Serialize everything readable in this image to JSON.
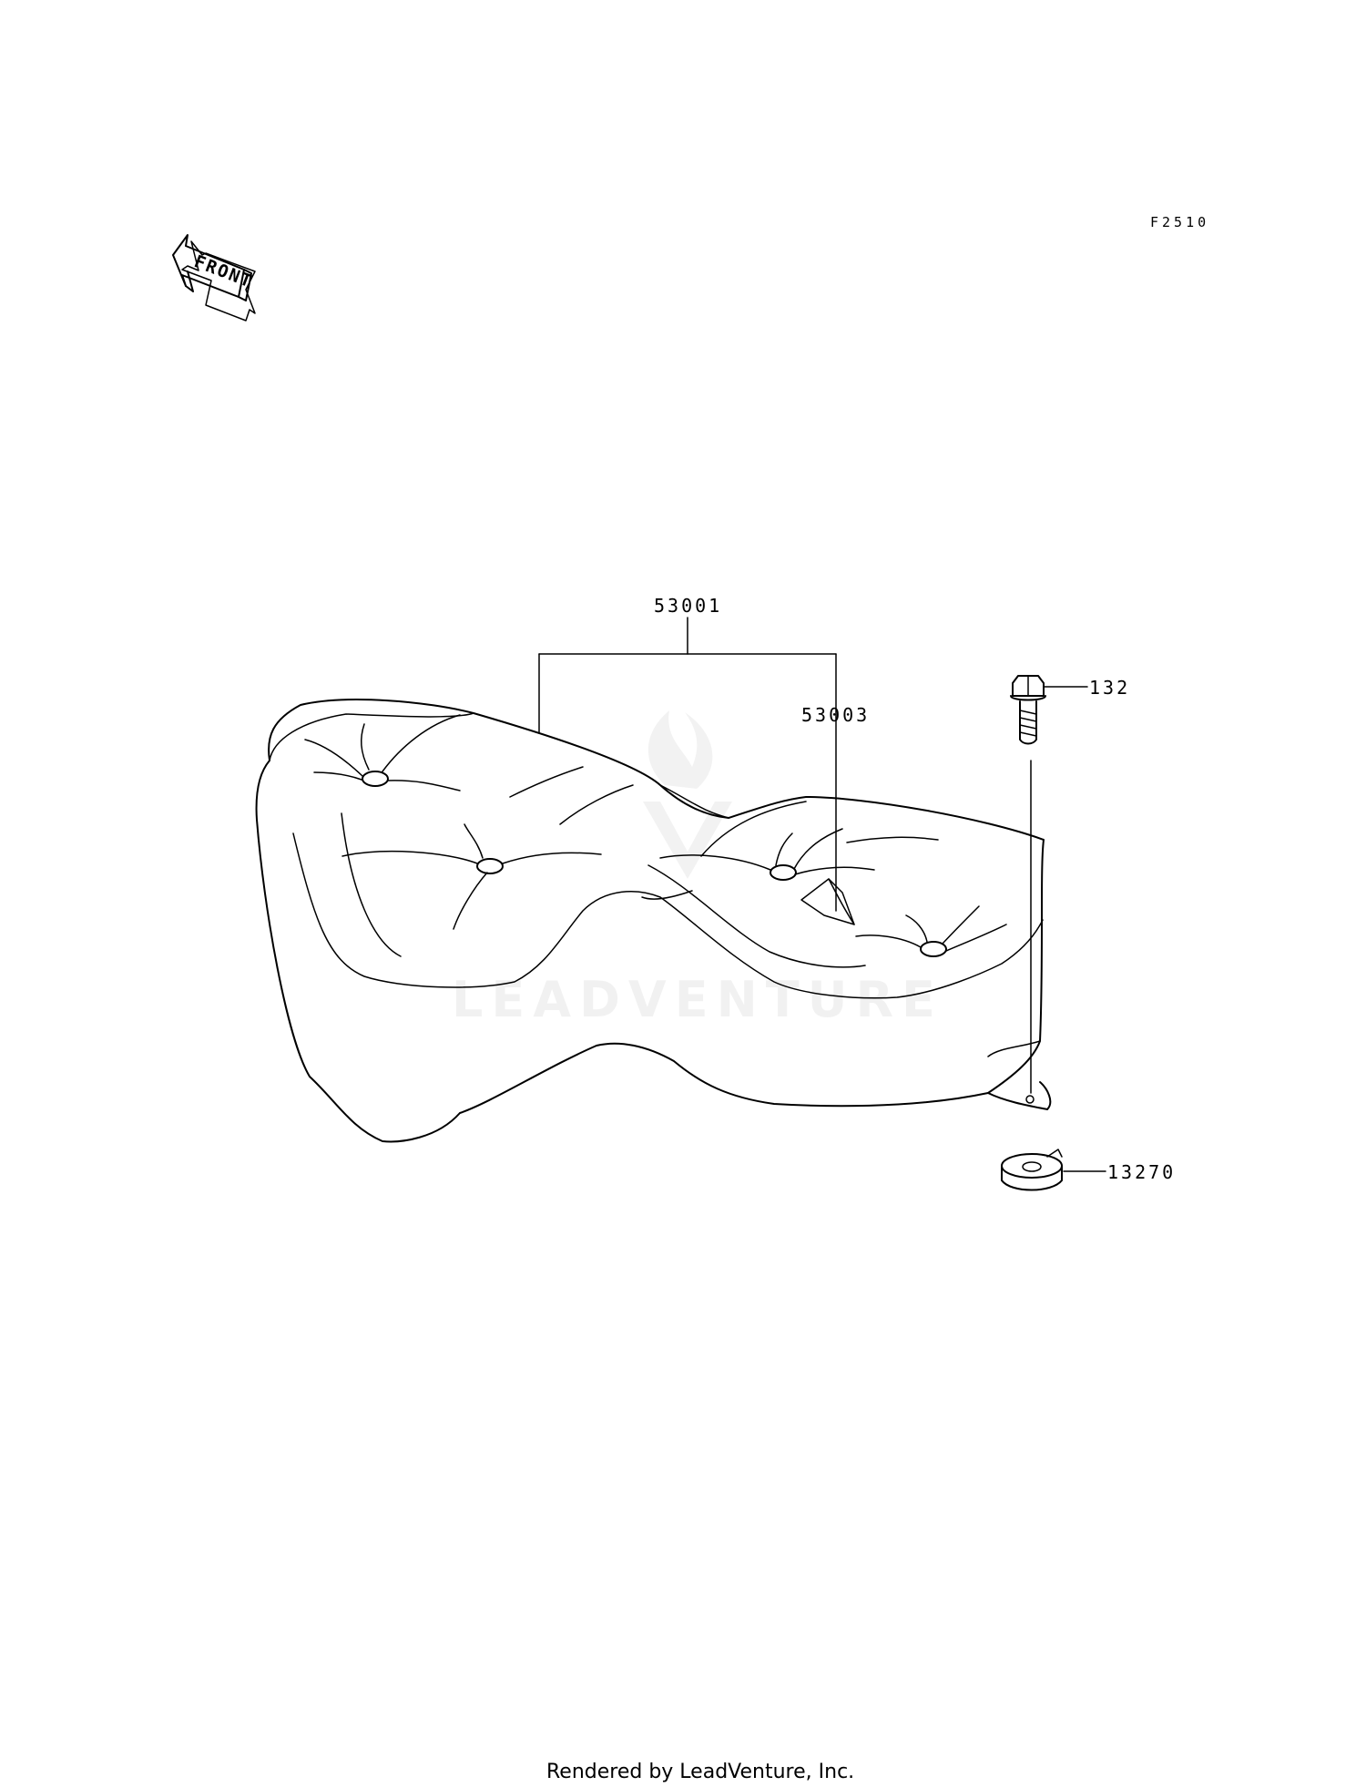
{
  "diagram_code": "F2510",
  "front_arrow": {
    "text": "FRONT",
    "icon": "front-direction-arrow-icon"
  },
  "parts": [
    {
      "number": "53001"
    },
    {
      "number": "53003"
    },
    {
      "number": "132"
    },
    {
      "number": "13270"
    }
  ],
  "watermark": "LEADVENTURE",
  "footer": "Rendered by LeadVenture, Inc."
}
